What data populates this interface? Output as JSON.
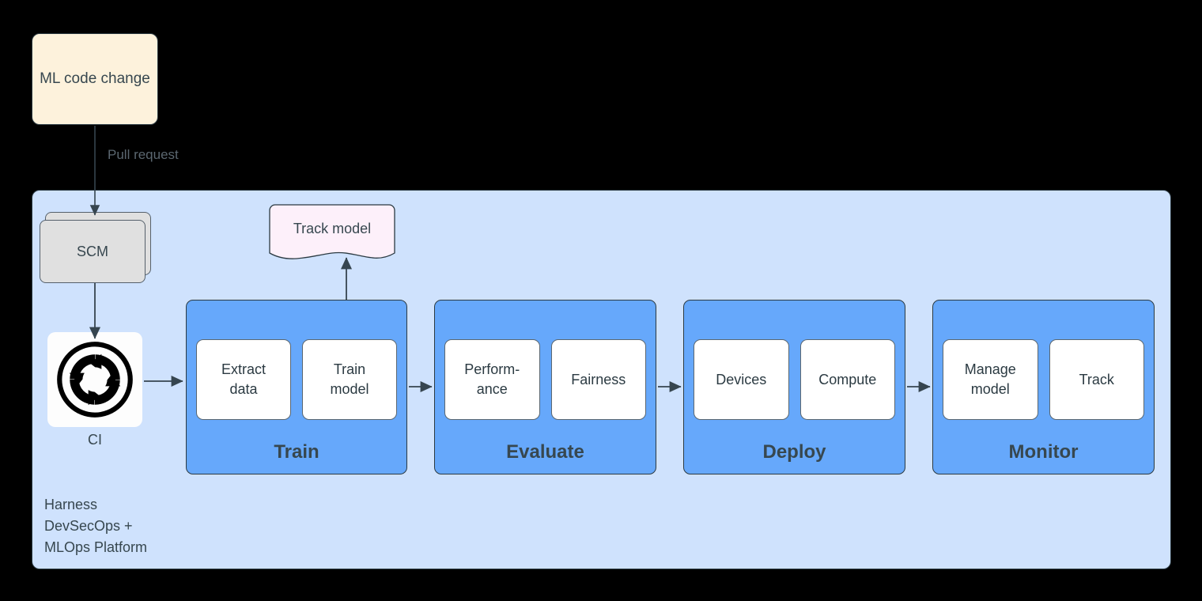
{
  "diagram": {
    "title": "Harness DevSecOps + MLOps Platform pipeline",
    "background_color": "#000000"
  },
  "source_node": {
    "label": "ML code change",
    "fill": "#fdf2dc",
    "stroke": "#2b3a42"
  },
  "edges": {
    "pull_request_label": "Pull request"
  },
  "platform": {
    "label": "Harness\nDevSecOps +\nMLOps Platform",
    "fill": "#cfe2fd",
    "stroke": "#2b3a42"
  },
  "scm": {
    "label": "SCM",
    "fill": "#e0e0e0",
    "stroke": "#55606b"
  },
  "ci": {
    "label": "CI",
    "icon": "continuous-integration-cycle-icon",
    "tile_fill": "#fdfdfd"
  },
  "track_model_note": {
    "label": "Track model",
    "fill": "#fdf0fa",
    "stroke": "#2b3a42",
    "shape": "document-wave"
  },
  "stages": [
    {
      "id": "train",
      "title": "Train",
      "fill": "#66a8fb",
      "substeps": [
        "Extract\ndata",
        "Train\nmodel"
      ]
    },
    {
      "id": "evaluate",
      "title": "Evaluate",
      "fill": "#66a8fb",
      "substeps": [
        "Perform-\nance",
        "Fairness"
      ]
    },
    {
      "id": "deploy",
      "title": "Deploy",
      "fill": "#66a8fb",
      "substeps": [
        "Devices",
        "Compute"
      ]
    },
    {
      "id": "monitor",
      "title": "Monitor",
      "fill": "#66a8fb",
      "substeps": [
        "Manage\nmodel",
        "Track"
      ]
    }
  ],
  "colors": {
    "arrow": "#36454f",
    "text_dark": "#37474f",
    "substep_border": "#5b6770"
  }
}
